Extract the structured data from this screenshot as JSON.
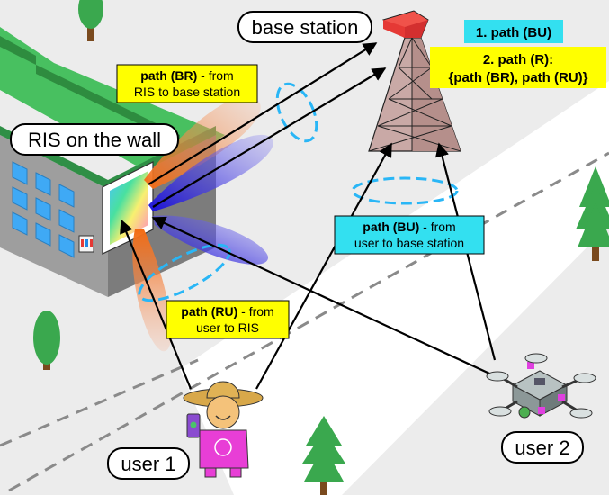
{
  "labels": {
    "base_station": "base station",
    "ris_wall": "RIS on the wall",
    "user1": "user 1",
    "user2": "user 2"
  },
  "boxes": {
    "path_br": {
      "bold": "path (BR)",
      "rest": " - from",
      "line2": "RIS to base station"
    },
    "path_ru": {
      "bold": "path (RU)",
      "rest": " - from",
      "line2": "user to RIS"
    },
    "path_bu": {
      "bold": "path (BU)",
      "rest": " - from",
      "line2": "user to base station"
    }
  },
  "legend": {
    "item1": "1. path (BU)",
    "item2_line1": "2. path (R):",
    "item2_line2": "{path (BR), path (RU)}"
  },
  "colors": {
    "yellow_box": "#ffff00",
    "cyan_box": "#33e0f0",
    "dashed_ellipse": "#29b6f6",
    "beam_orange": "#f47a1f",
    "beam_blue": "#2a1de0",
    "tower": "#c9a9a6",
    "building_green": "#3aaa4e",
    "user_magenta": "#e83ed6"
  }
}
